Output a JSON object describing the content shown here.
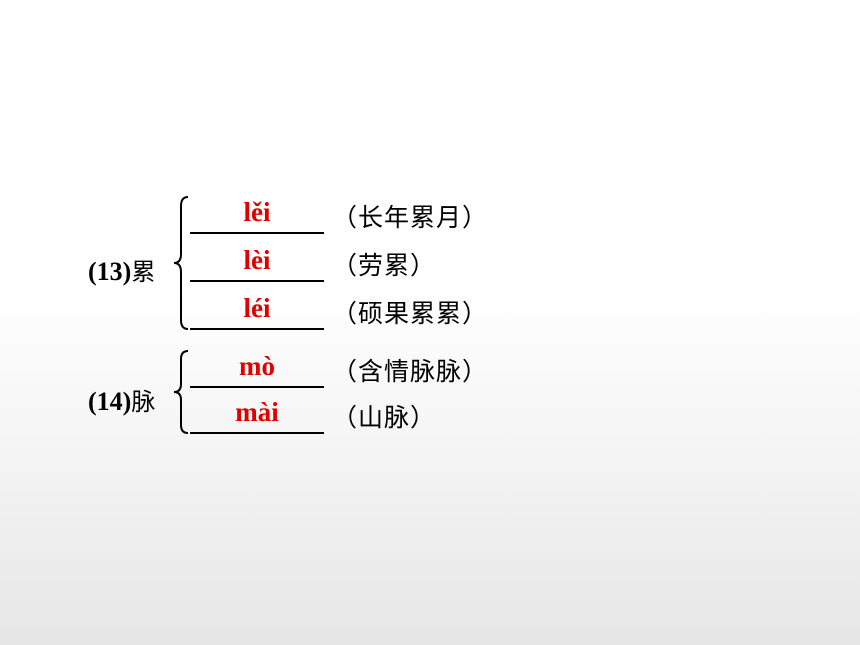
{
  "groups": [
    {
      "number": "(13)",
      "character": "累",
      "rows": [
        {
          "pinyin": "lěi",
          "word": "（长年累月）"
        },
        {
          "pinyin": "lèi",
          "word": "（劳累）"
        },
        {
          "pinyin": "léi",
          "word": "（硕果累累）"
        }
      ]
    },
    {
      "number": "(14)",
      "character": "脉",
      "rows": [
        {
          "pinyin": "mò",
          "word": "（含情脉脉）"
        },
        {
          "pinyin": "mài",
          "word": "（山脉）"
        }
      ]
    }
  ],
  "colors": {
    "pinyin": "#e00000",
    "text": "#000000"
  }
}
